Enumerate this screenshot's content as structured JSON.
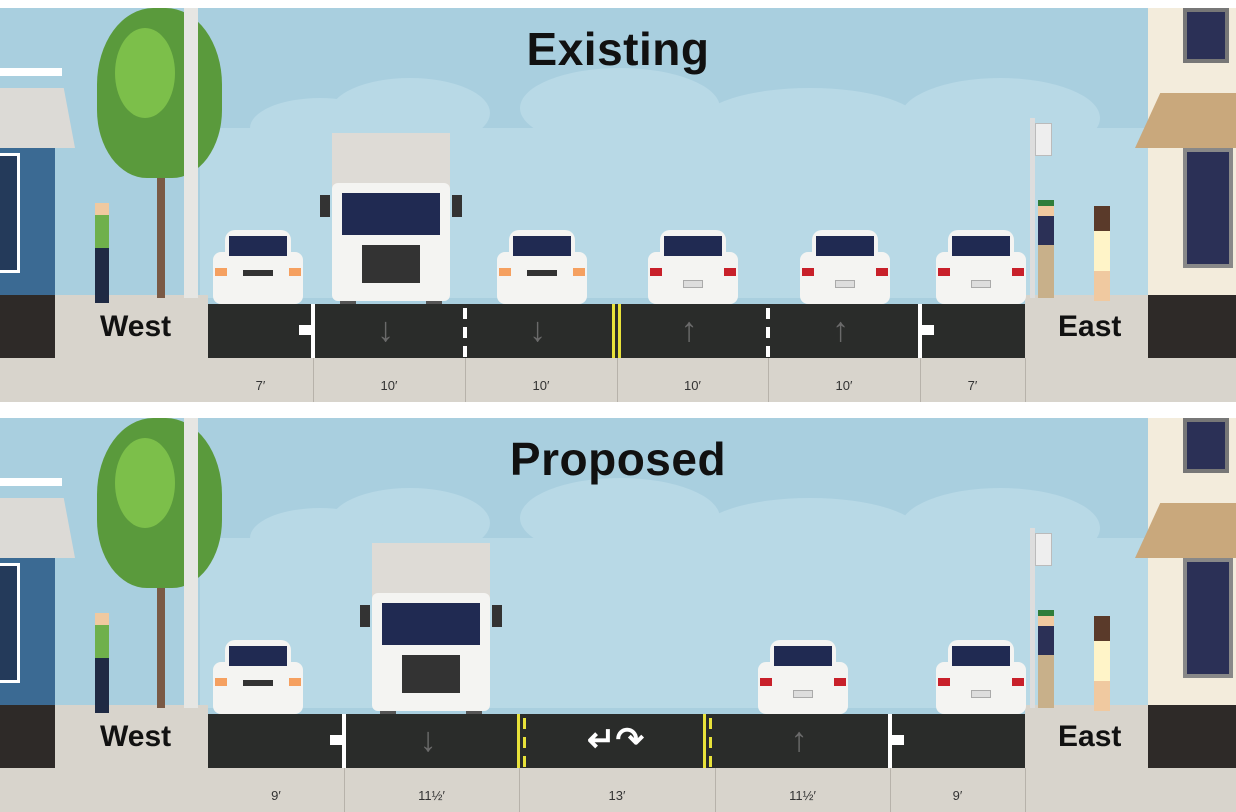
{
  "panels": [
    {
      "id": "existing",
      "title": "Existing",
      "west_label": "West",
      "east_label": "East",
      "lanes": [
        {
          "width_label": "7′",
          "type": "parking",
          "arrow": "none"
        },
        {
          "width_label": "10′",
          "type": "travel",
          "arrow": "down"
        },
        {
          "width_label": "10′",
          "type": "travel",
          "arrow": "down"
        },
        {
          "width_label": "10′",
          "type": "travel",
          "arrow": "up"
        },
        {
          "width_label": "10′",
          "type": "travel",
          "arrow": "up"
        },
        {
          "width_label": "7′",
          "type": "parking",
          "arrow": "none"
        }
      ]
    },
    {
      "id": "proposed",
      "title": "Proposed",
      "west_label": "West",
      "east_label": "East",
      "lanes": [
        {
          "width_label": "9′",
          "type": "parking",
          "arrow": "none"
        },
        {
          "width_label": "11½′",
          "type": "travel",
          "arrow": "down"
        },
        {
          "width_label": "13′",
          "type": "center-turn",
          "arrow": "two-way-left-turn"
        },
        {
          "width_label": "11½′",
          "type": "travel",
          "arrow": "up"
        },
        {
          "width_label": "9′",
          "type": "parking",
          "arrow": "none"
        }
      ]
    }
  ],
  "colors": {
    "sky": "#a9cfdf",
    "road": "#2a2c2a",
    "sidewalk": "#d8d4cc",
    "centerline": "#e8e23a",
    "building_blue": "#3b6a93",
    "building_cream": "#f3ecdc"
  }
}
